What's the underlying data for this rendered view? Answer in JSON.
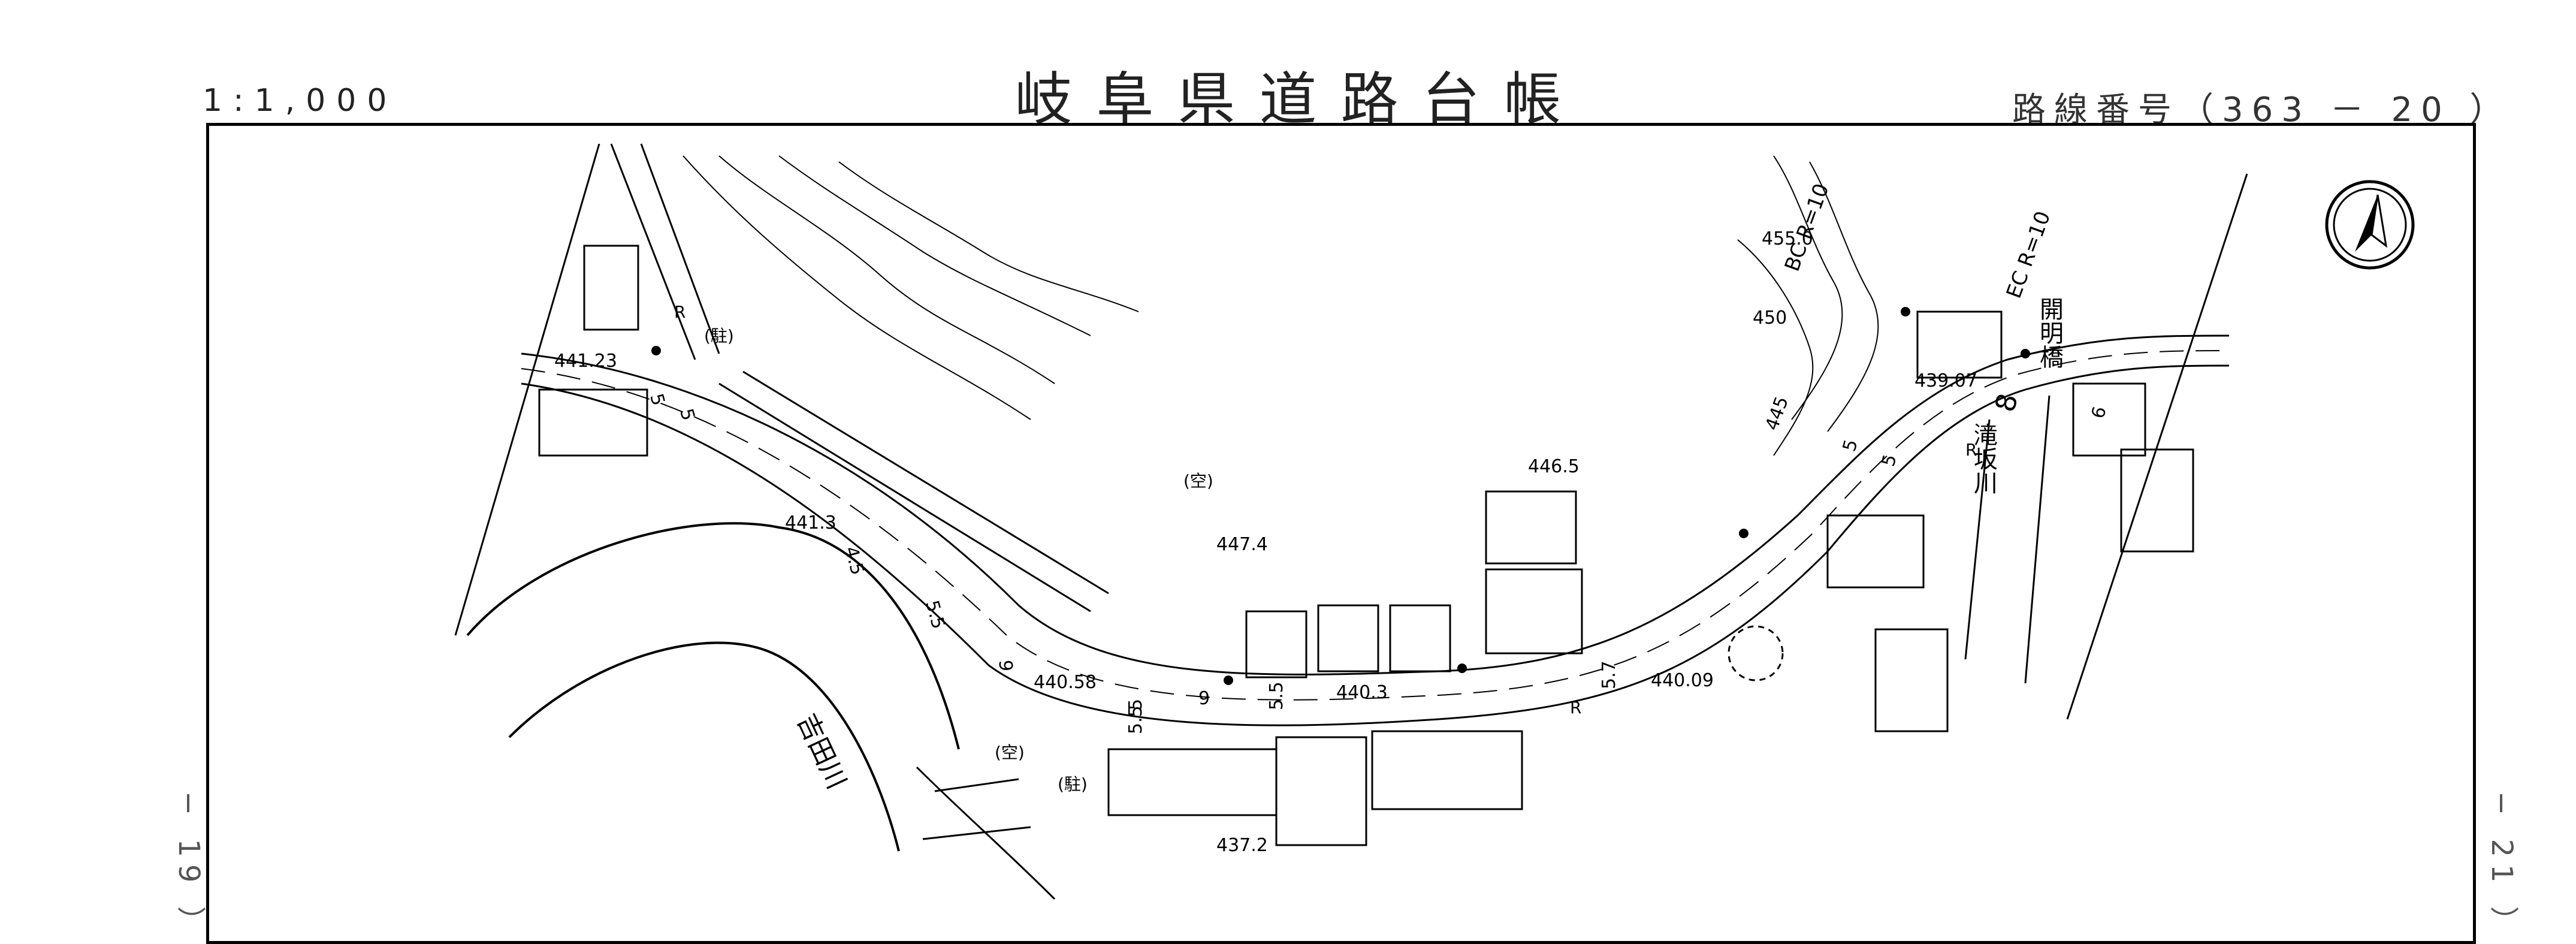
{
  "header": {
    "scale": "1:1,000",
    "title": "岐阜県道路台帳",
    "route": "路線番号（363 － 20 ）"
  },
  "sides": {
    "left": "− 19 ）",
    "right": "− 21 ）"
  },
  "map": {
    "elevations": [
      "441.23",
      "441.3",
      "440.58",
      "440.3",
      "437.2",
      "446.5",
      "447.4",
      "440.09",
      "439.07",
      "455.0",
      "450",
      "445"
    ],
    "labels": {
      "river_left": "吉田川",
      "river_right": "滝坂川",
      "bridge": "開明橋",
      "parking1": "(駐)",
      "parking2": "(駐)",
      "vacant1": "(空)",
      "vacant2": "(空)",
      "bc": "BC R=10",
      "ec": "EC R=10",
      "r1": "R",
      "r2": "R",
      "r3": "R"
    },
    "widths": [
      "5",
      "5",
      "5",
      "6",
      "9",
      "5.5",
      "5.5",
      "5.7",
      "8",
      "6",
      "4.5",
      "5.5",
      "5",
      "5"
    ]
  },
  "compass": {
    "icon": "north-arrow-icon"
  }
}
